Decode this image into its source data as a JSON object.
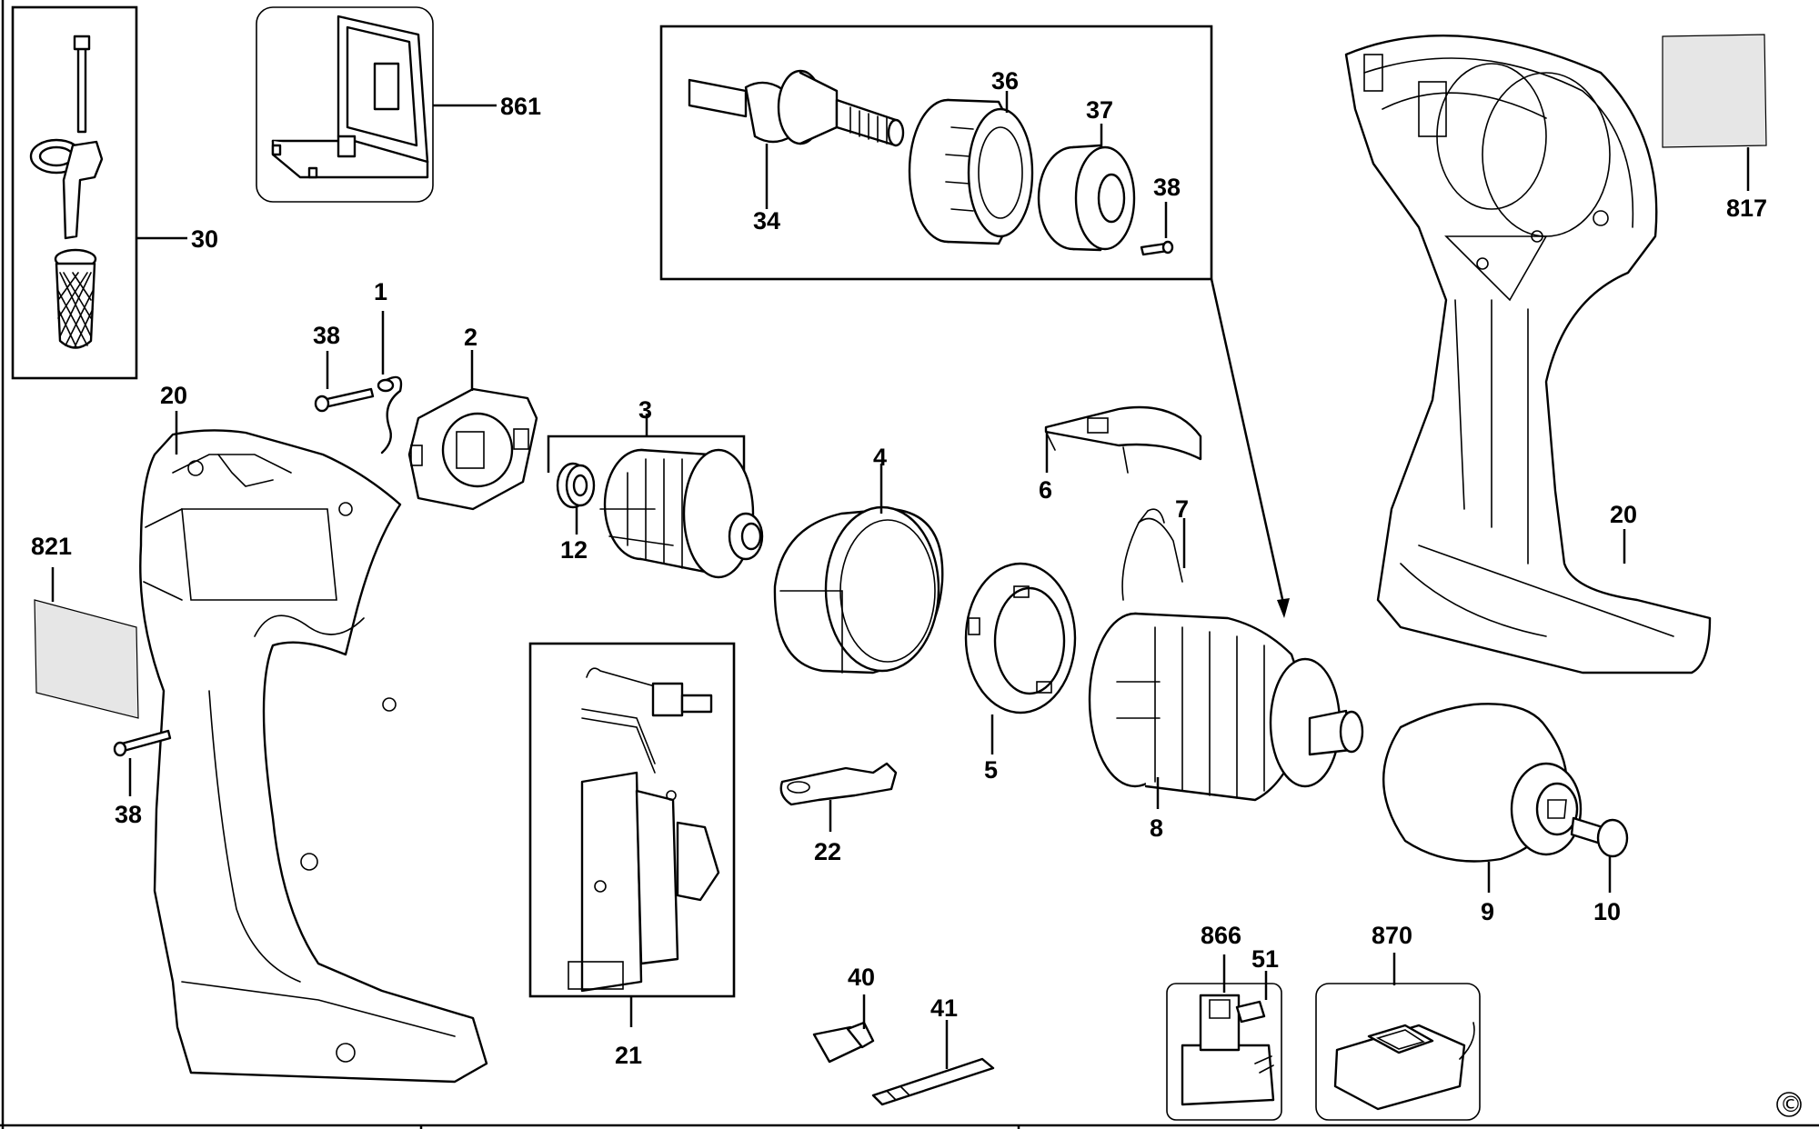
{
  "labels": {
    "l1": "1",
    "l2": "2",
    "l3": "3",
    "l4": "4",
    "l5": "5",
    "l6": "6",
    "l7": "7",
    "l8": "8",
    "l9": "9",
    "l10": "10",
    "l12": "12",
    "l20a": "20",
    "l20b": "20",
    "l21": "21",
    "l22": "22",
    "l30": "30",
    "l34": "34",
    "l36": "36",
    "l37": "37",
    "l38a": "38",
    "l38b": "38",
    "l38c": "38",
    "l40": "40",
    "l41": "41",
    "l51": "51",
    "l817": "817",
    "l821": "821",
    "l861": "861",
    "l866": "866",
    "l870": "870"
  },
  "copyright_symbol": "©"
}
